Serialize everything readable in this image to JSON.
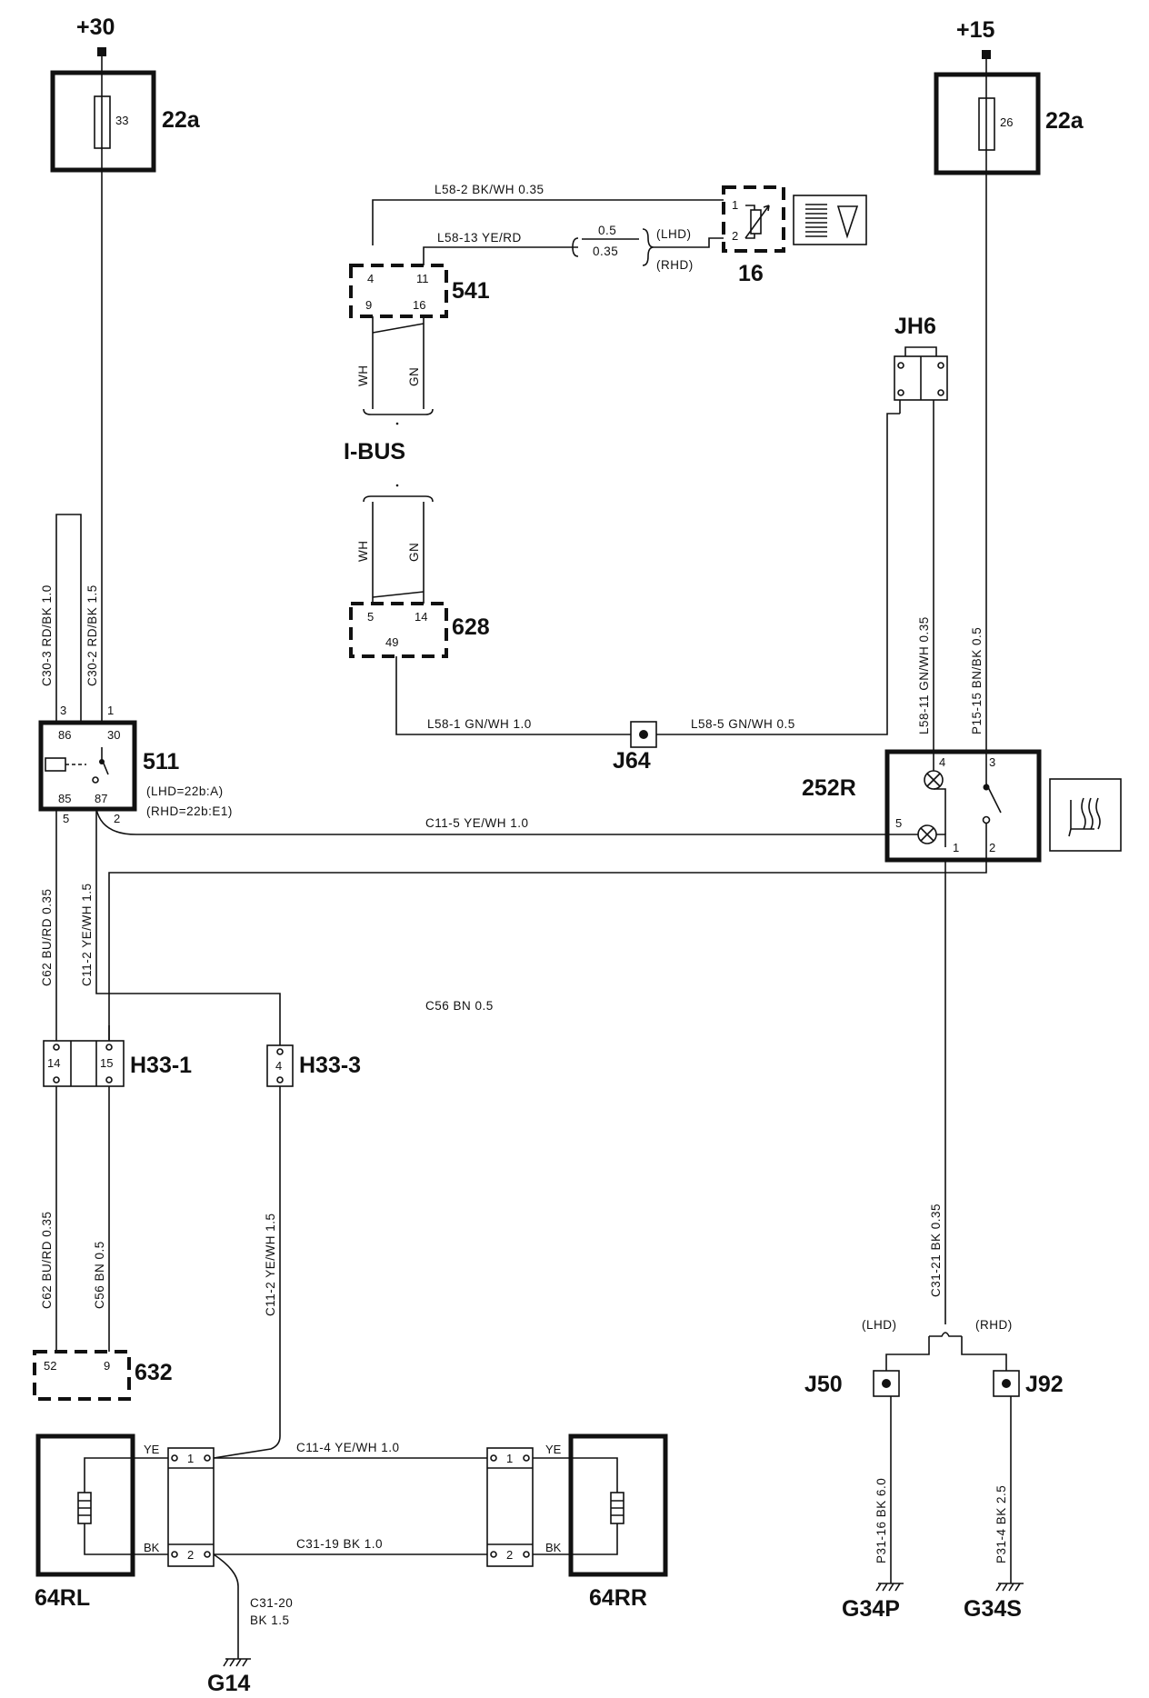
{
  "supplies": {
    "plus30": "+30",
    "plus15": "+15"
  },
  "fuses": {
    "left_num": "33",
    "left_label": "22a",
    "right_num": "26",
    "right_label": "22a"
  },
  "top_wires": {
    "l58_2": "L58-2   BK/WH 0.35",
    "l58_13": "L58-13   YE/RD",
    "lhd_size": "0.5",
    "rhd_size": "0.35",
    "lhd": "(LHD)",
    "rhd": "(RHD)"
  },
  "c16": {
    "pin1": "1",
    "pin2": "2",
    "label": "16"
  },
  "c541": {
    "p4": "4",
    "p11": "11",
    "p9": "9",
    "p16": "16",
    "label": "541"
  },
  "ibus": {
    "label": "I-BUS",
    "wh": "WH",
    "gn": "GN"
  },
  "c628": {
    "p5": "5",
    "p14": "14",
    "p49": "49",
    "label": "628"
  },
  "jh6": {
    "label": "JH6"
  },
  "relay511": {
    "label": "511",
    "p3": "3",
    "p1": "1",
    "p86": "86",
    "p30": "30",
    "p85": "85",
    "p87": "87",
    "p5": "5",
    "p2": "2",
    "note1": "(LHD=22b:A)",
    "note2": "(RHD=22b:E1)"
  },
  "vert_wires": {
    "c30_3": "C30-3   RD/BK 1.0",
    "c30_2": "C30-2   RD/BK 1.5",
    "l58_11": "L58-11   GN/WH 0.35",
    "p15_15": "P15-15   BN/BK 0.5",
    "c62_top": "C62   BU/RD 0.35",
    "c11_2_top": "C11-2   YE/WH 1.5",
    "c62_bot": "C62   BU/RD 0.35",
    "c56_bot": "C56   BN 0.5",
    "c11_2_bot": "C11-2   YE/WH 1.5",
    "c31_21": "C31-21   BK 0.35",
    "p31_16": "P31-16   BK 6.0",
    "p31_4": "P31-4   BK 2.5"
  },
  "horiz_wires": {
    "l58_1": "L58-1   GN/WH 1.0",
    "l58_5": "L58-5   GN/WH 0.5",
    "c11_5": "C11-5   YE/WH 1.0",
    "c56": "C56   BN 0.5",
    "c11_4": "C11-4   YE/WH 1.0",
    "c31_19": "C31-19   BK 1.0"
  },
  "j64": {
    "label": "J64"
  },
  "switch252r": {
    "label": "252R",
    "p4": "4",
    "p3": "3",
    "p5": "5",
    "p1": "1",
    "p2": "2"
  },
  "h33_1": {
    "label": "H33-1",
    "p14": "14",
    "p15": "15"
  },
  "h33_3": {
    "label": "H33-3",
    "p4": "4"
  },
  "c632": {
    "label": "632",
    "p52": "52",
    "p9": "9"
  },
  "heater_left": {
    "label": "64RL",
    "ye": "YE",
    "bk": "BK",
    "p1": "1",
    "p2": "2"
  },
  "heater_right": {
    "label": "64RR",
    "ye": "YE",
    "bk": "BK",
    "p1": "1",
    "p2": "2"
  },
  "ground_split": {
    "lhd": "(LHD)",
    "rhd": "(RHD)"
  },
  "grounds": {
    "j50": "J50",
    "j92": "J92",
    "g34p": "G34P",
    "g34s": "G34S",
    "g14": "G14",
    "c31_20": "C31-20",
    "c31_20_spec": "BK  1.5"
  }
}
